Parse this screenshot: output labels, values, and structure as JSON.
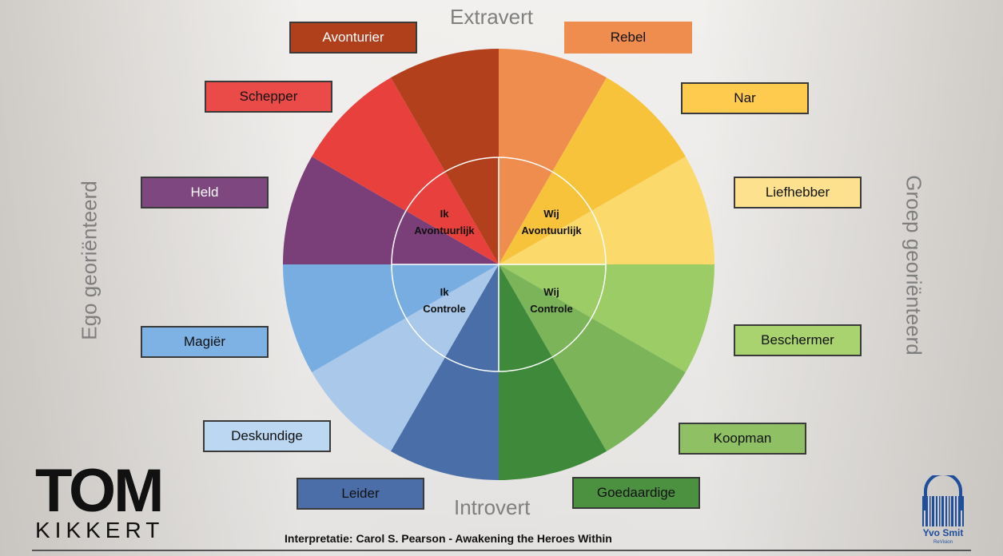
{
  "axes": {
    "top": "Extravert",
    "bottom": "Introvert",
    "left": "Ego georiënteerd",
    "right": "Groep georiënteerd"
  },
  "archetypes": [
    {
      "name": "Rebel",
      "color": "#ef8d4f"
    },
    {
      "name": "Nar",
      "color": "#f7c33b"
    },
    {
      "name": "Liefhebber",
      "color": "#fbd96b"
    },
    {
      "name": "Beschermer",
      "color": "#9ccc65"
    },
    {
      "name": "Koopman",
      "color": "#7cb45a"
    },
    {
      "name": "Goedaardige",
      "color": "#3f8a3a"
    },
    {
      "name": "Leider",
      "color": "#4a6fa8"
    },
    {
      "name": "Deskundige",
      "color": "#a9c8ea"
    },
    {
      "name": "Magiër",
      "color": "#78ade2"
    },
    {
      "name": "Held",
      "color": "#7a3f78"
    },
    {
      "name": "Schepper",
      "color": "#e8403d"
    },
    {
      "name": "Avonturier",
      "color": "#b2401d"
    }
  ],
  "quadrants": {
    "ik_avontuurlijk": [
      "Ik",
      "Avontuurlijk"
    ],
    "wij_avontuurlijk": [
      "Wij",
      "Avontuurlijk"
    ],
    "ik_controle": [
      "Ik",
      "Controle"
    ],
    "wij_controle": [
      "Wij",
      "Controle"
    ]
  },
  "footer": "Interpretatie: Carol S. Pearson - Awakening the Heroes Within",
  "logo_tom": {
    "top": "TOM",
    "bottom": "KIKKERT"
  },
  "logo_yvo": {
    "name": "Yvo Smit",
    "sub": "ReVision"
  }
}
